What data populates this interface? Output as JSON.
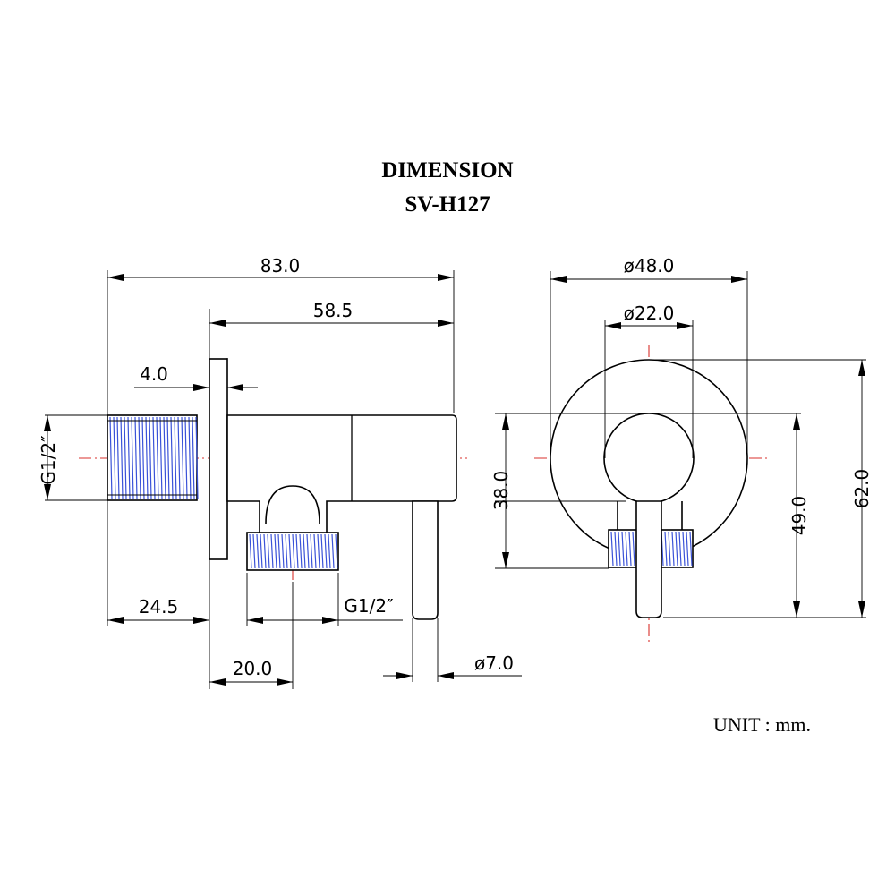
{
  "title": {
    "line1": "DIMENSION",
    "line2": "SV-H127"
  },
  "unit_note": "UNIT : mm.",
  "side_view": {
    "overall_length": "83.0",
    "body_length": "58.5",
    "flange_thickness": "4.0",
    "inlet_thread": "G1/2″",
    "inlet_thread_length": "24.5",
    "outlet_thread": "G1/2″",
    "outlet_offset": "20.0",
    "handle_diameter": "ø7.0"
  },
  "front_view": {
    "flange_diameter": "ø48.0",
    "body_diameter": "ø22.0",
    "body_height": "38.0",
    "handle_drop": "49.0",
    "overall_height": "62.0"
  },
  "colors": {
    "centerline": "#d9302c",
    "thread": "#3a52d8",
    "line": "#000000"
  }
}
